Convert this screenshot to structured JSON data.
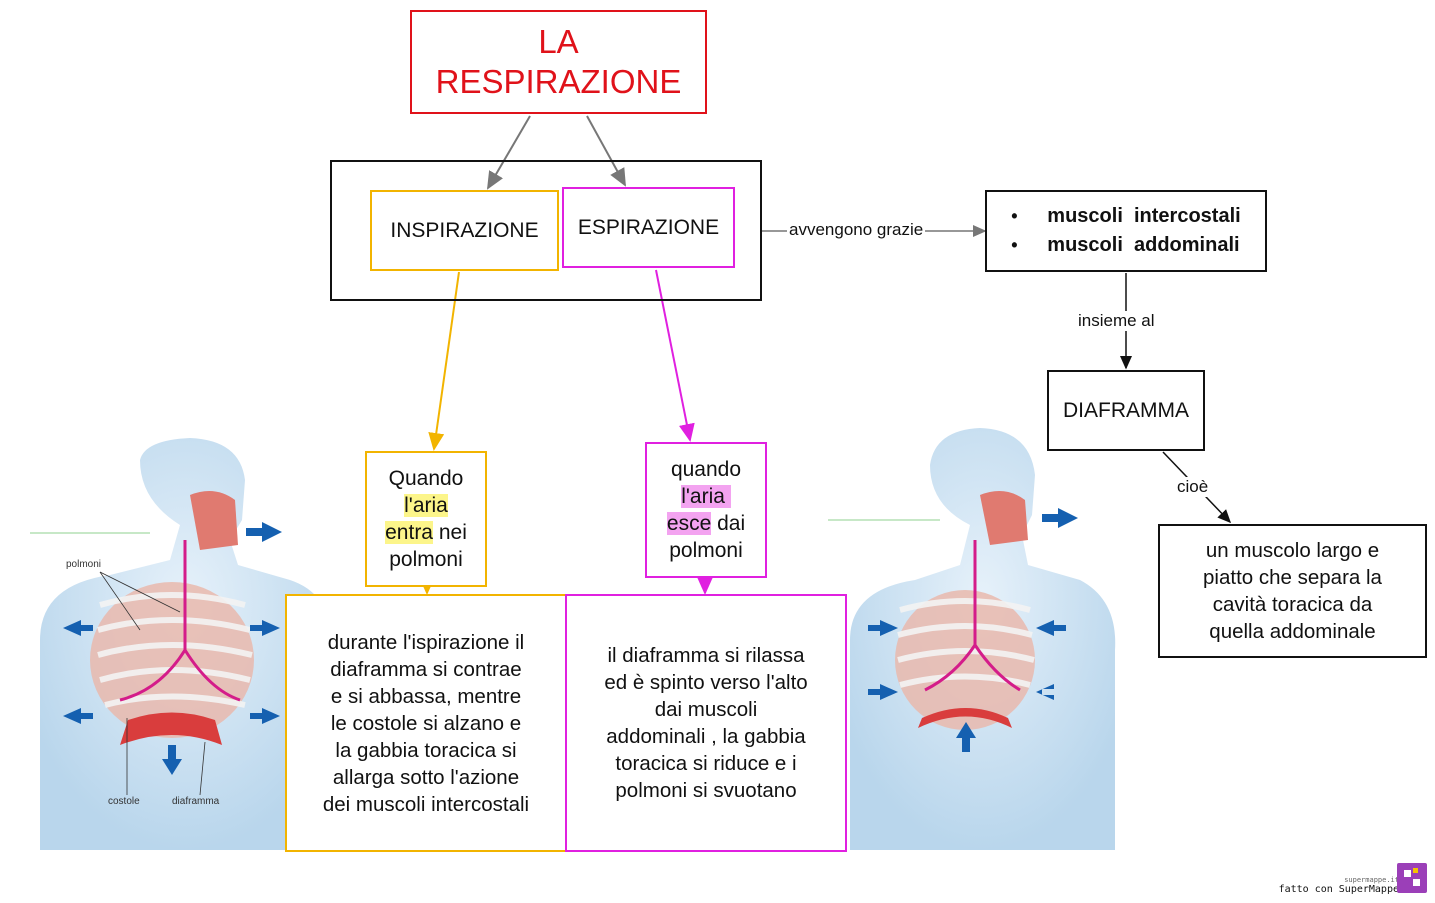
{
  "title": {
    "line1": "LA",
    "line2": "RESPIRAZIONE"
  },
  "phases": {
    "inspiration": "INSPIRAZIONE",
    "expiration": "ESPIRAZIONE"
  },
  "edges": {
    "thanks_to": "avvengono grazie",
    "together": "insieme al",
    "that_is": "cioè"
  },
  "muscles": {
    "items": [
      "muscoli  intercostali",
      "muscoli  addominali"
    ],
    "bullet": "•"
  },
  "diaphragm": {
    "label": "DIAFRAMMA"
  },
  "definition": {
    "lines": [
      "un muscolo largo e",
      "piatto che separa la",
      "cavità toracica da",
      "quella addominale"
    ]
  },
  "inspiration_when": {
    "w1": "Quando",
    "hl1": "l'aria",
    "hl2": "entra",
    "rest2": " nei",
    "w4": "polmoni"
  },
  "expiration_when": {
    "w1": "quando",
    "hl1": "l'aria ",
    "hl2": "esce",
    "rest2": " dai",
    "w4": "polmoni"
  },
  "inspiration_desc": {
    "lines": [
      "durante l'ispirazione il",
      "diaframma si contrae",
      "e si abbassa, mentre",
      "le costole si alzano e",
      "la gabbia toracica si",
      "allarga sotto l'azione",
      "dei muscoli intercostali"
    ]
  },
  "expiration_desc": {
    "lines": [
      "il diaframma si rilassa",
      "ed è spinto verso l'alto",
      "dai muscoli",
      "addominali , la gabbia",
      "toracica si riduce e i",
      "polmoni si svuotano"
    ]
  },
  "figure_labels": {
    "lungs": "polmoni",
    "ribs": "costole",
    "diaphragm": "diaframma"
  },
  "credit": {
    "site": "supermappe.it",
    "text": "fatto con SuperMappe"
  },
  "colors": {
    "title": "#e0121a",
    "inspiration": "#f2b400",
    "expiration": "#e020e0",
    "arrow_blue": "#1560b0",
    "body": "#cfe4f4"
  }
}
